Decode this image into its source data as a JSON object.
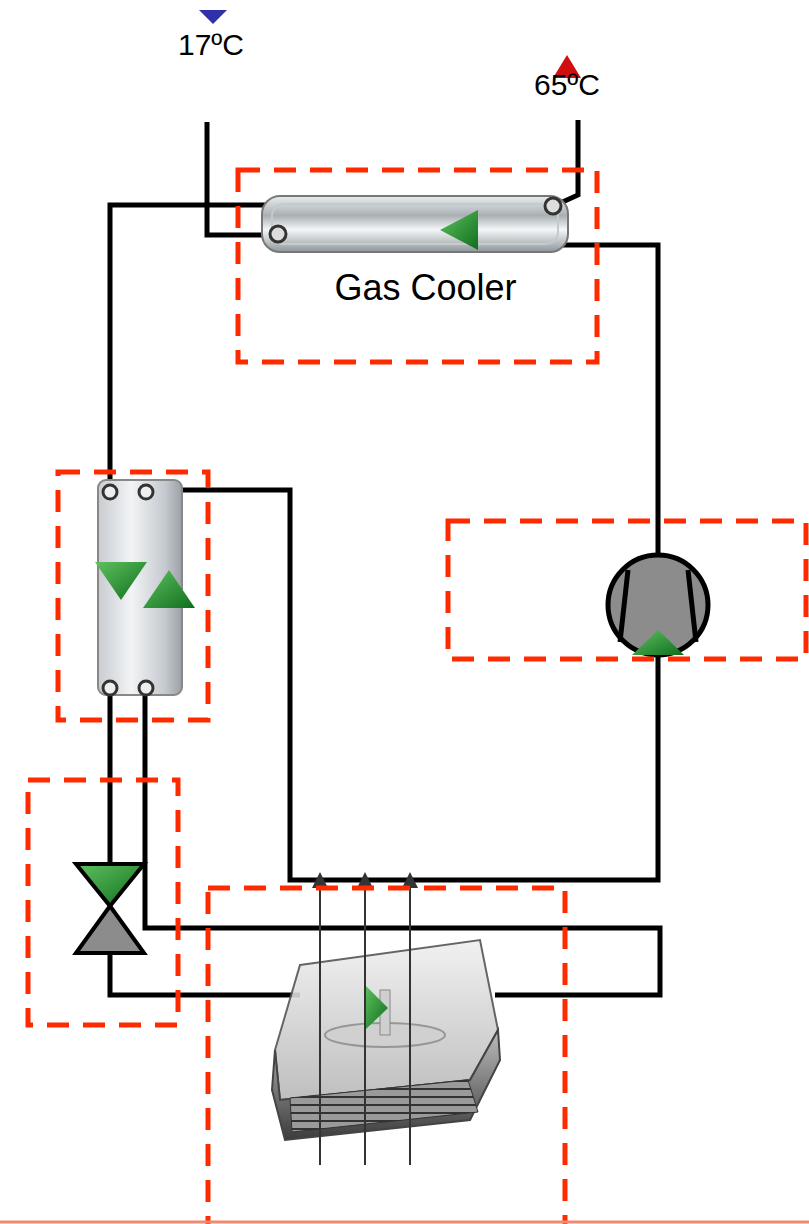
{
  "diagram": {
    "nodes": [
      {
        "text": [
          "Gas Cooler"
        ]
      }
    ],
    "labels": [
      "17ºC",
      "65ºC"
    ]
  }
}
